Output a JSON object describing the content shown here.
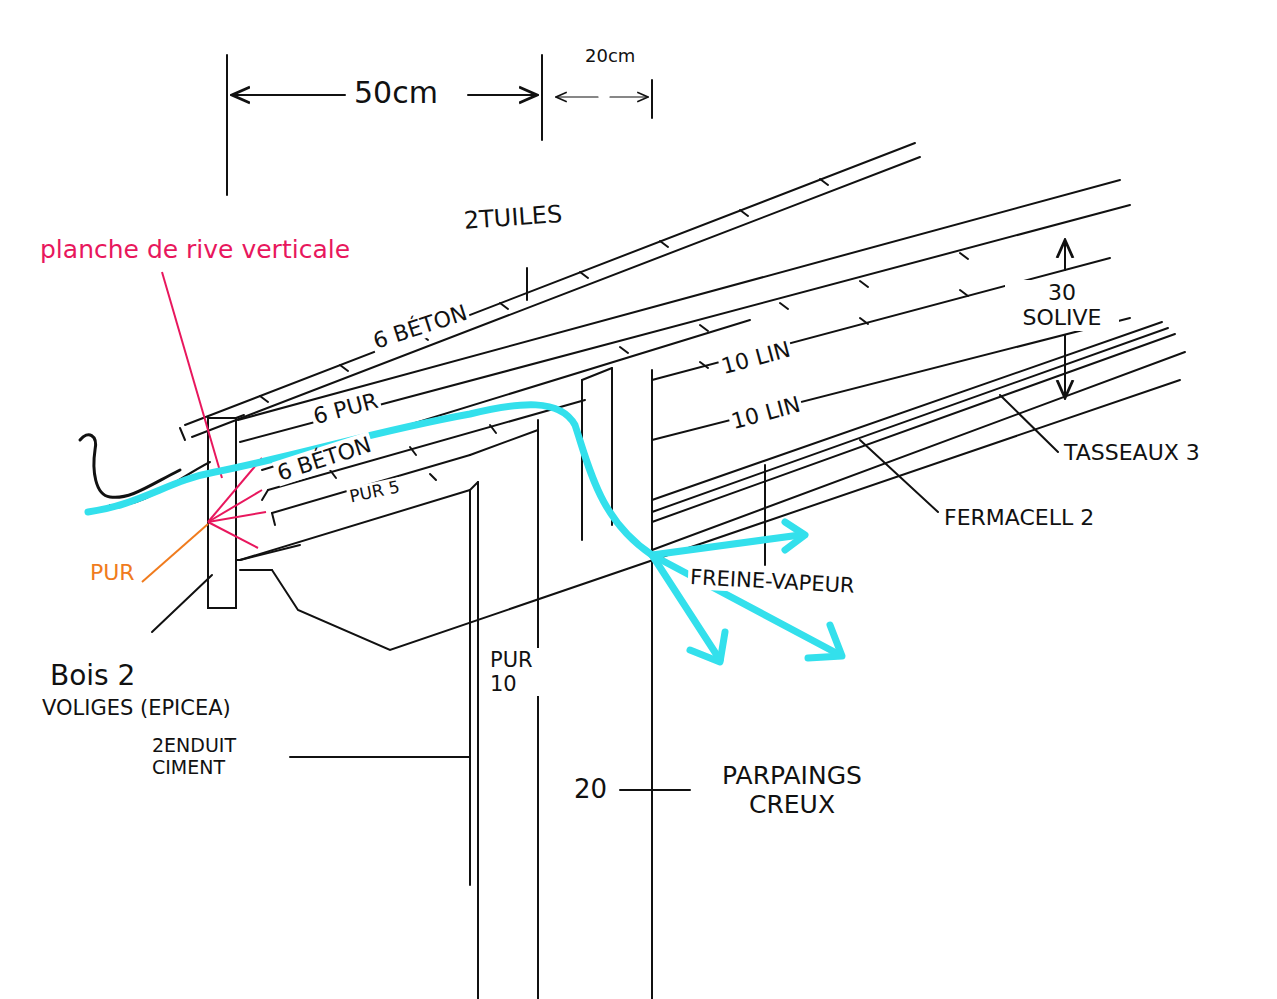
{
  "diagram": {
    "labels": [
      "50cm",
      "20cm",
      "2TUILES",
      "planche de rive verticale",
      "6 BÉTON",
      "30 SOLIVE",
      "6 PUR",
      "10 LIN",
      "10 LIN",
      "6 BÉTON",
      "PUR 5",
      "TASSEAUX 3",
      "FERMACELL 2",
      "FREINE-VAPEUR",
      "PUR",
      "Bois 2",
      "VOLIGES (EPICEA)",
      "2ENDUIT CIMENT",
      "PUR 10",
      "20",
      "PARPAINGS CREUX"
    ]
  }
}
